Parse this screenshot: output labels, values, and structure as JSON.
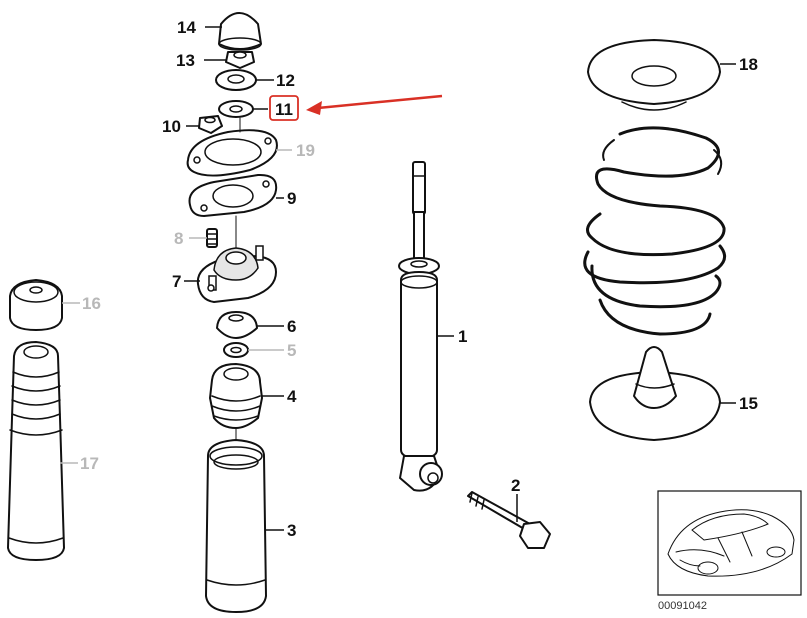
{
  "colors": {
    "highlight": "#d93025",
    "line": "#111111",
    "faded": "#b8b8b8"
  },
  "highlighted_part": "11",
  "callouts": [
    {
      "id": "c1",
      "label": "1"
    },
    {
      "id": "c2",
      "label": "2"
    },
    {
      "id": "c3",
      "label": "3"
    },
    {
      "id": "c4",
      "label": "4"
    },
    {
      "id": "c5",
      "label": "5"
    },
    {
      "id": "c6",
      "label": "6"
    },
    {
      "id": "c7",
      "label": "7"
    },
    {
      "id": "c8",
      "label": "8"
    },
    {
      "id": "c9",
      "label": "9"
    },
    {
      "id": "c10",
      "label": "10"
    },
    {
      "id": "c11",
      "label": "11"
    },
    {
      "id": "c12",
      "label": "12"
    },
    {
      "id": "c13",
      "label": "13"
    },
    {
      "id": "c14",
      "label": "14"
    },
    {
      "id": "c15",
      "label": "15"
    },
    {
      "id": "c16",
      "label": "16"
    },
    {
      "id": "c17",
      "label": "17"
    },
    {
      "id": "c18",
      "label": "18"
    },
    {
      "id": "c19",
      "label": "19"
    }
  ],
  "inset": {
    "code": "00091042",
    "icon": "car-icon"
  }
}
